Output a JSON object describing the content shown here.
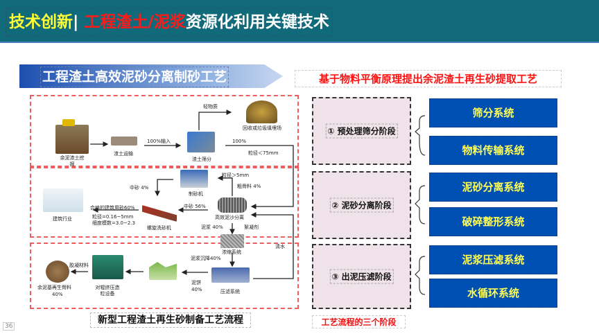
{
  "header": {
    "title_part1": "技术创新",
    "title_sep": "| ",
    "title_part2": "工程渣土/泥浆",
    "title_part3": "资源化利用关键技术"
  },
  "subtitle": "工程渣土高效泥砂分离制砂工艺",
  "red_heading": "基于物料平衡原理提出余泥渣土再生砂提取工艺",
  "flow": {
    "excavation": "余泥渣土挖掘",
    "transport": "渣土运输",
    "input": "100%输入",
    "screening": "渣土筛分",
    "light": "轻物质",
    "landfill": "回收或垃圾填埋场",
    "pct100": "100%",
    "size75": "粒径＜75mm",
    "size5": "粒径＞5mm",
    "coarse": "粗骨料 4%",
    "sandmaker": "制砂机",
    "mid4": "中砂 4%",
    "separator": "高效泥沙分离",
    "mid56": "中砂 56%",
    "washer": "螺旋洗砂机",
    "qualified": "合格的建筑用砂60%",
    "size016": "粒径=0.16~5mm",
    "fineness": "细度模数=3.0~2.3",
    "construction": "建筑行业",
    "slurry40": "泥浆 40%",
    "flocculant": "絮凝剂",
    "thickener": "浓缩系统",
    "clearwater": "清水",
    "settle": "泥浆沉降40%",
    "filterpress": "压滤系统",
    "cake": "泥饼",
    "cake_pct": "40%",
    "granulator": "对辊挤压造粒设备",
    "binder": "胶凝材料",
    "aggregate": "余泥基再生骨料",
    "aggregate_pct": "40%"
  },
  "caption": "新型工程渣土再生砂制备工艺流程",
  "stages": [
    "① 预处理筛分阶段",
    "② 泥砂分离阶段",
    "③ 出泥压滤阶段"
  ],
  "stages_caption": "工艺流程的三个阶段",
  "systems": [
    "筛分系统",
    "物料传输系统",
    "泥砂分离系统",
    "破碎整形系统",
    "泥浆压滤系统",
    "水循环系统"
  ],
  "page_number": "36"
}
